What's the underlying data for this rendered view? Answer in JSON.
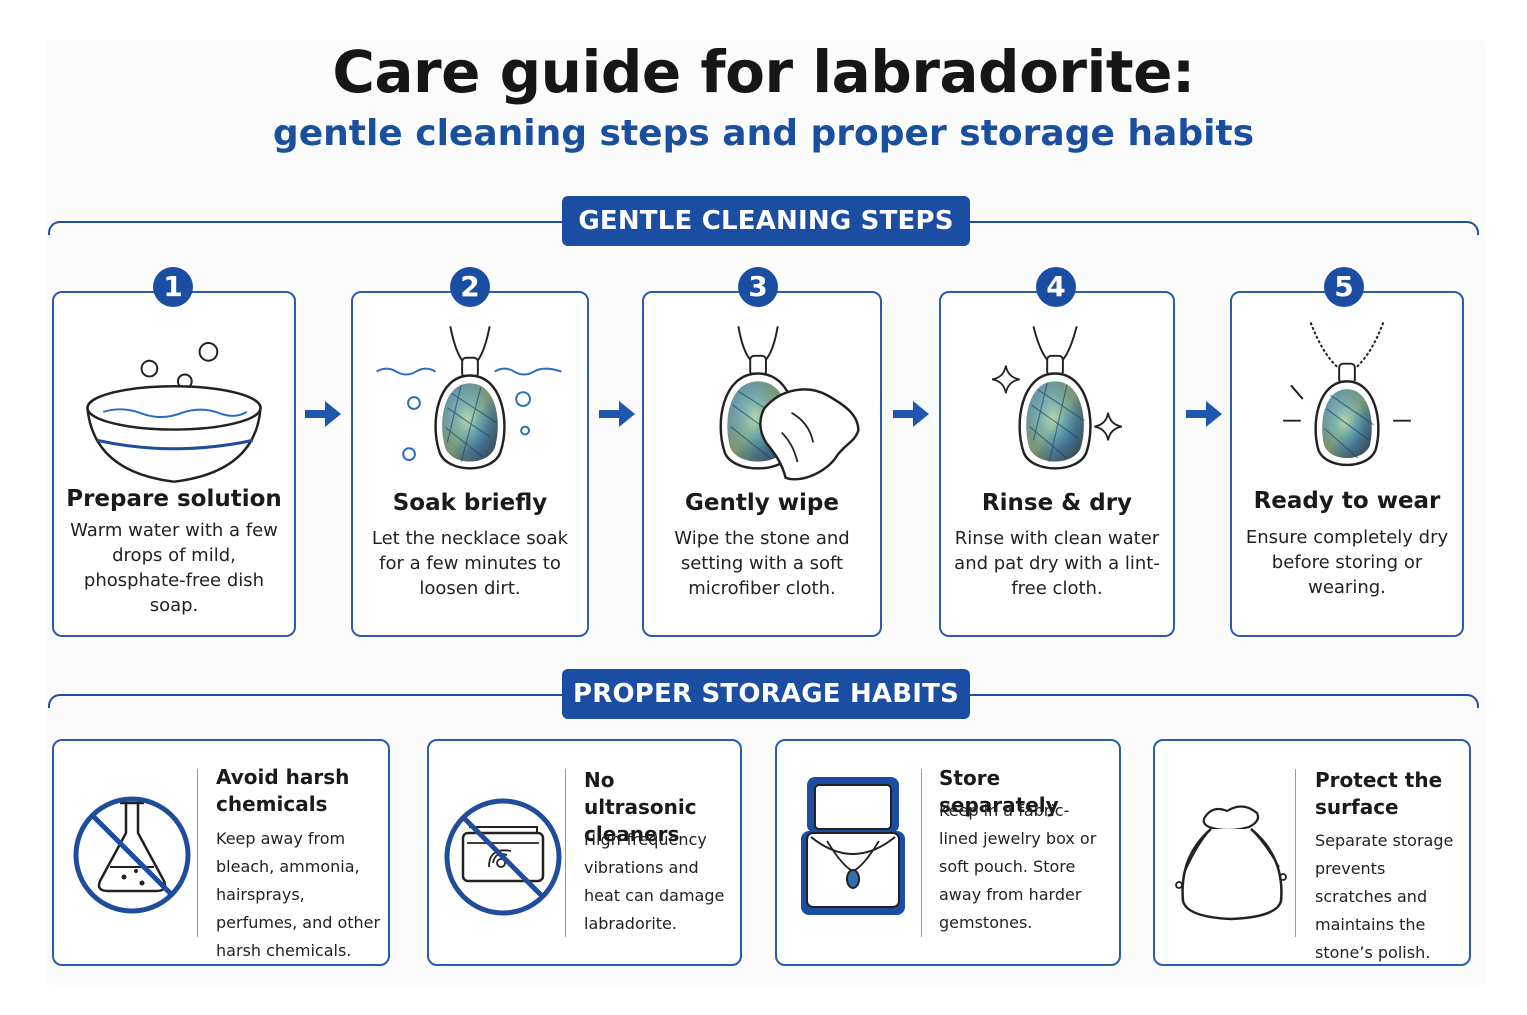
{
  "header": {
    "title": "Care guide for labradorite:",
    "subtitle": "gentle cleaning steps and proper storage habits"
  },
  "cleaning": {
    "label": "GENTLE CLEANING STEPS",
    "steps": [
      {
        "number": "1",
        "title": "Prepare solution",
        "desc": "Warm water with a few drops of mild, phosphate-free dish soap.",
        "icon": "bowl-with-bubbles-icon"
      },
      {
        "number": "2",
        "title": "Soak briefly",
        "desc": "Let the necklace soak for a few minutes to loosen dirt.",
        "icon": "pendant-soaking-icon"
      },
      {
        "number": "3",
        "title": "Gently wipe",
        "desc": "Wipe the stone and setting with a soft microfiber cloth.",
        "icon": "pendant-cloth-icon"
      },
      {
        "number": "4",
        "title": "Rinse & dry",
        "desc": "Rinse with clean water and pat dry with a lint-free cloth.",
        "icon": "pendant-sparkle-icon"
      },
      {
        "number": "5",
        "title": "Ready to wear",
        "desc": "Ensure completely dry before storing or wearing.",
        "icon": "pendant-necklace-icon"
      }
    ]
  },
  "storage": {
    "label": "PROPER STORAGE HABITS",
    "habits": [
      {
        "title": "Avoid harsh chemicals",
        "desc": "Keep away from bleach, ammonia, hairsprays, perfumes, and other harsh chemicals.",
        "icon": "no-chemicals-icon"
      },
      {
        "title": "No ultrasonic cleaners",
        "desc": "High-frequency vibrations and heat can damage labradorite.",
        "icon": "no-ultrasonic-icon"
      },
      {
        "title": "Store separately",
        "desc": "Keep in a fabric-lined jewelry box or soft pouch. Store away from harder gemstones.",
        "icon": "jewelry-box-icon"
      },
      {
        "title": "Protect the surface",
        "desc": "Separate storage prevents scratches and maintains the stone’s polish.",
        "icon": "drawstring-pouch-icon"
      }
    ]
  },
  "colors": {
    "accent": "#1b4ea3",
    "stone": "#3a8fd0"
  }
}
